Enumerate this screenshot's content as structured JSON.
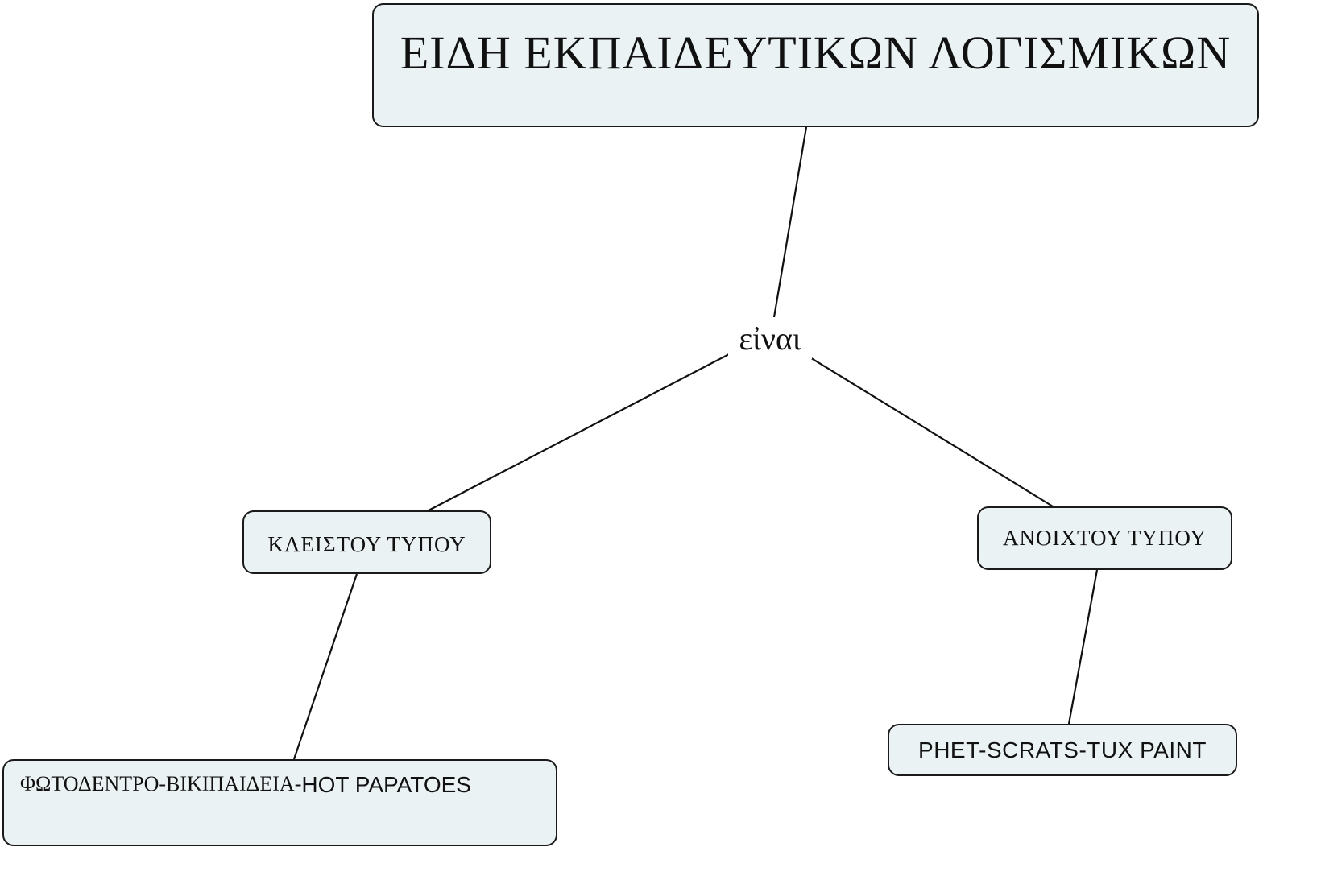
{
  "diagram": {
    "type": "concept-map",
    "root": {
      "label": "ΕΙΔΗ ΕΚΠΑΙΔΕΥΤΙΚΩΝ ΛΟΓΙΣΜΙΚΩΝ"
    },
    "linking_phrase": "εἰναι",
    "branches": [
      {
        "label": "ΚΛΕΙΣΤΟΥ ΤΥΠΟΥ",
        "examples_greek": "ΦΩΤΟΔΕΝΤΡΟ-ΒΙΚΙΠΑΙΔΕΙΑ-",
        "examples_latin": "HOT PAPATOES"
      },
      {
        "label": "ΑΝΟΙΧΤΟΥ ΤΥΠΟΥ",
        "examples": "PHET-SCRATS-TUX PAINT"
      }
    ],
    "colors": {
      "node_fill": "#ebf2f4",
      "node_border": "#1a1a1a",
      "line": "#111111",
      "background": "#ffffff"
    }
  }
}
